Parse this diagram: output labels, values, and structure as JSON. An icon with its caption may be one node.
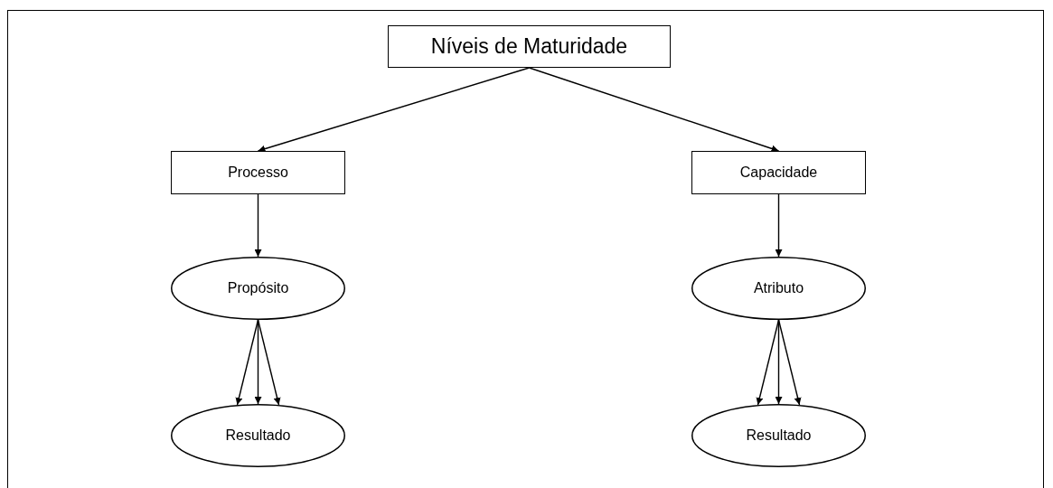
{
  "diagram": {
    "nodes": [
      {
        "text": [
          "Níveis de Maturidade"
        ]
      },
      {
        "text": [
          "Processo"
        ]
      },
      {
        "text": [
          "Capacidade"
        ]
      },
      {
        "text": [
          "Propósito"
        ]
      },
      {
        "text": [
          "Atributo"
        ]
      },
      {
        "text": [
          "Resultado"
        ]
      },
      {
        "text": [
          "Resultado"
        ]
      }
    ],
    "edges": [
      {
        "from": 0,
        "to": 1,
        "arrow": "to"
      },
      {
        "from": 0,
        "to": 2,
        "arrow": "to"
      },
      {
        "from": 1,
        "to": 3,
        "arrow": "to"
      },
      {
        "from": 2,
        "to": 4,
        "arrow": "to"
      },
      {
        "from": 3,
        "to": 5,
        "arrow": "to"
      },
      {
        "from": 3,
        "to": 5,
        "arrow": "to"
      },
      {
        "from": 3,
        "to": 5,
        "arrow": "to"
      },
      {
        "from": 4,
        "to": 6,
        "arrow": "to"
      },
      {
        "from": 4,
        "to": 6,
        "arrow": "to"
      },
      {
        "from": 4,
        "to": 6,
        "arrow": "to"
      }
    ]
  }
}
